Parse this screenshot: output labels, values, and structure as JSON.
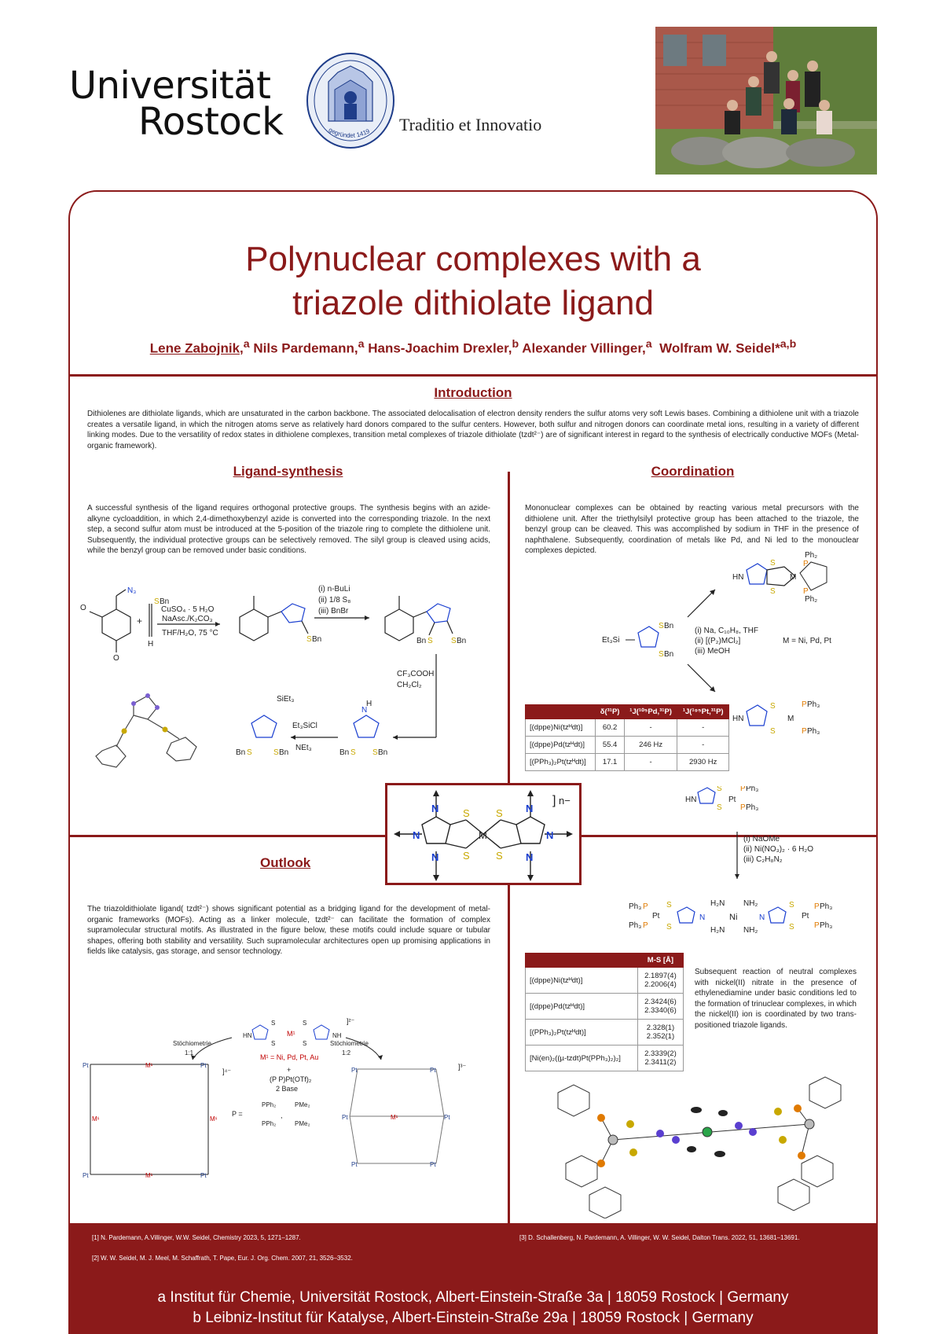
{
  "header": {
    "logo_line1": "Universität",
    "logo_line2": "Rostock",
    "seal_text": "gegründet 1419",
    "motto": "Traditio et Innovatio"
  },
  "title": {
    "line1": "Polynuclear complexes with a",
    "line2": "triazole dithiolate ligand"
  },
  "authors": {
    "first": "Lene Zabojnik,",
    "first_sup": "a",
    "rest": [
      {
        "name": "Nils Pardemann,",
        "sup": "a"
      },
      {
        "name": "Hans-Joachim Drexler,",
        "sup": "b"
      },
      {
        "name": "Alexander Villinger,",
        "sup": "a"
      },
      {
        "name": "Wolfram W. Seidel*",
        "sup": "a,b"
      }
    ]
  },
  "introduction": {
    "heading": "Introduction",
    "text": "Dithiolenes are dithiolate ligands, which are unsaturated in the carbon backbone. The associated delocalisation of electron density renders the sulfur atoms very soft Lewis bases. Combining a dithiolene unit with a triazole creates a versatile ligand, in which the nitrogen atoms serve as relatively hard donors compared to the sulfur centers. However, both sulfur and nitrogen donors can coordinate metal ions, resulting in a variety of different linking modes. Due to the versatility of redox states in dithiolene complexes, transition metal complexes of triazole dithiolate (tzdt²⁻) are of significant interest in regard to the synthesis of electrically conductive MOFs (Metal-organic framework)."
  },
  "ligand_synthesis": {
    "heading": "Ligand-synthesis",
    "text": "A successful synthesis of the ligand requires orthogonal protective groups. The synthesis begins with an azide-alkyne cycloaddition, in which 2,4-dimethoxybenzyl azide is converted into the corresponding triazole. In the next step, a second sulfur atom must be introduced at the 5-position of the triazole ring to complete the dithiolene unit. Subsequently, the individual protective groups can be selectively removed. The silyl group is cleaved using acids, while the benzyl group can be removed under basic conditions.",
    "step1_conditions": [
      "CuSO₄ · 5 H₂O",
      "NaAsc./K₂CO₃",
      "THF/H₂O, 75 °C"
    ],
    "step2_conditions": [
      "(i)  n-BuLi",
      "(ii) 1/8 S₈",
      "(iii) BnBr"
    ],
    "step3_conditions": [
      "CF₃COOH",
      "CH₂Cl₂"
    ],
    "step4_conditions": [
      "Et₃SiCl",
      "NEt₃"
    ]
  },
  "coordination": {
    "heading": "Coordination",
    "text": "Mononuclear complexes can be obtained by reacting various metal precursors with the dithiolene unit. After the triethylsilyl protective group has been attached to the triazole, the benzyl group can be cleaved. This was accomplished by sodium in THF in the presence of naphthalene. Subsequently, coordination of metals like Pd, and Ni led to the monouclear complexes depicted.",
    "conditions": [
      "(i)  Na, C₁₀H₈, THF",
      "(ii) [(P₂)MCl₂]",
      "(iii) MeOH"
    ],
    "metals": "M = Ni, Pd, Pt",
    "nmr_table": {
      "headers": [
        "",
        "δ(³¹P)",
        "¹J(¹⁰⁵Pd,³¹P)",
        "¹J(¹⁹⁵Pt,³¹P)"
      ],
      "rows": [
        [
          "[(dppe)Ni(tzᴴdt)]",
          "60.2",
          "-",
          "-"
        ],
        [
          "[(dppe)Pd(tzᴴdt)]",
          "55.4",
          "246 Hz",
          "-"
        ],
        [
          "[(PPh₃)₂Pt(tzᴴdt)]",
          "17.1",
          "-",
          "2930 Hz"
        ]
      ]
    },
    "step2_conditions": [
      "(i) NaOMe",
      "(ii) Ni(NO₃)₂ · 6 H₂O",
      "(iii) C₂H₈N₂"
    ],
    "ms_table": {
      "header": "M-S [Å]",
      "rows": [
        [
          "[(dppe)Ni(tzᴴdt)]",
          "2.1897(4)",
          "2.2006(4)"
        ],
        [
          "[(dppe)Pd(tzᴴdt)]",
          "2.3424(6)",
          "2.3340(6)"
        ],
        [
          "[(PPh₃)₂Pt(tzᴴdt)]",
          "2.328(1)",
          "2.352(1)"
        ],
        [
          "[Ni(en)₂((µ-tzdt)Pt(PPh₃)₂)₂]",
          "2.3339(2)",
          "2.3411(2)"
        ]
      ]
    },
    "trinuclear_text": "Subsequent reaction of neutral complexes with nickel(II) nitrate in the presence of ethylenediamine under basic conditions led to the formation of trinuclear complexes, in which the nickel(II) ion is coordinated by two trans-positioned triazole ligands."
  },
  "center_structure": {
    "charge": "n−",
    "metal": "M"
  },
  "outlook": {
    "heading": "Outlook",
    "text": "The triazoldithiolate ligand( tzdt²⁻) shows significant potential as a bridging ligand for the development of metal-organic frameworks (MOFs). Acting as a linker molecule, tzdt²⁻ can facilitate the formation of complex supramolecular structural motifs. As illustrated in the figure below, these motifs could include square or tubular shapes, offering both stability and versatility. Such supramolecular architectures open up promising applications in fields like catalysis, gas storage, and sensor technology.",
    "stoich_left": [
      "Stöchiometrie",
      "1:1"
    ],
    "stoich_right": [
      "Stöchiometrie",
      "1:2"
    ],
    "metal_note": "M¹ = Ni, Pd, Pt, Au",
    "reagent": [
      "+",
      "(P P)Pt(OTf)₂",
      "2 Base"
    ],
    "charge_top": "]²⁻",
    "charge_left": "]⁴⁻",
    "charge_right": "]³⁻"
  },
  "references": {
    "r1": "[1] N. Pardemann, A.Villinger, W.W. Seidel, Chemistry 2023, 5, 1271–1287.",
    "r2": "[2] W. W. Seidel, M. J. Meel, M. Schaffrath, T. Pape, Eur. J. Org. Chem. 2007, 21, 3526–3532.",
    "r3": "[3] D. Schallenberg, N. Pardemann, A. Villinger, W. W. Seidel, Dalton Trans. 2022, 51, 13681–13691."
  },
  "affiliations": {
    "a": "a Institut für Chemie, Universität Rostock, Albert-Einstein-Straße 3a | 18059 Rostock | Germany",
    "b": "b Leibniz-Institut für Katalyse, Albert-Einstein-Straße 29a | 18059 Rostock | Germany"
  },
  "colors": {
    "accent": "#8b1a1a",
    "sulfur": "#c8a800",
    "nitrogen": "#1a3fd0",
    "phosphorus": "#e07a00"
  }
}
